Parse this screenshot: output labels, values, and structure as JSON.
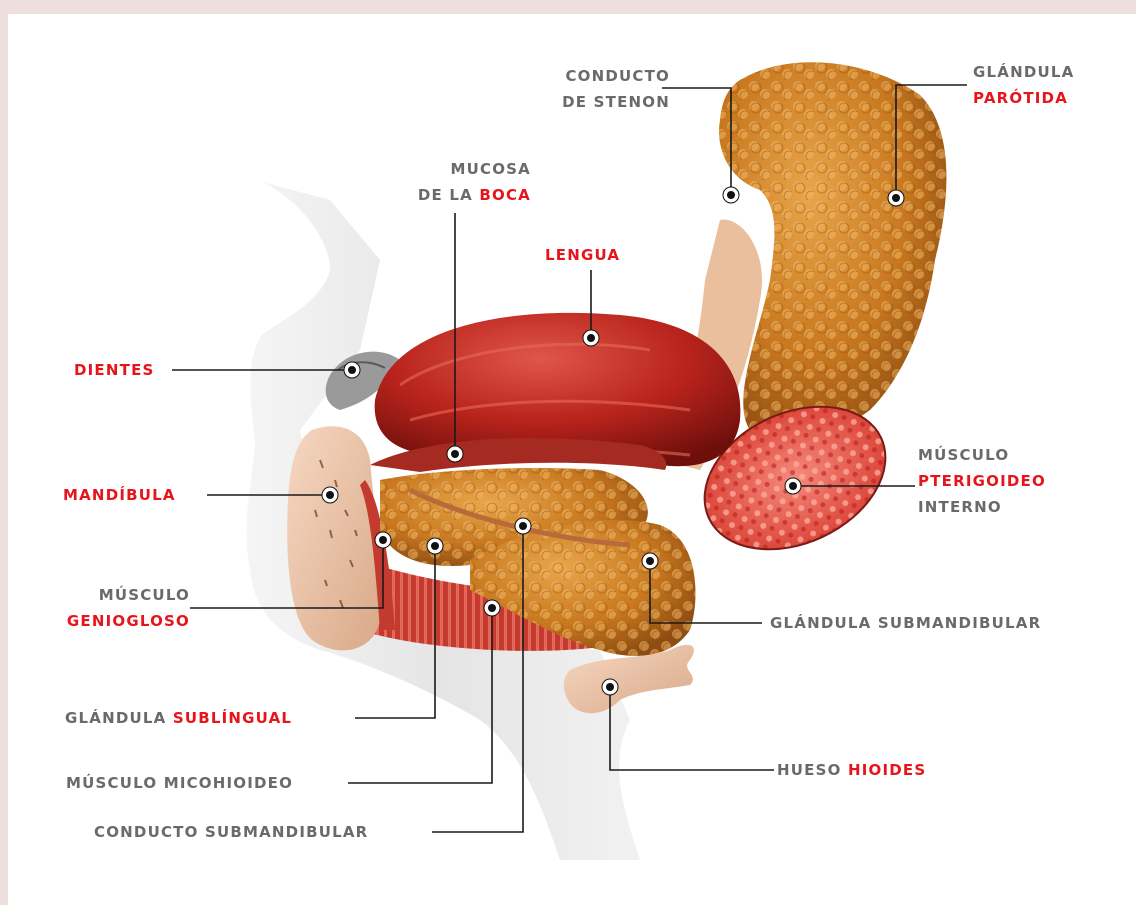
{
  "labels": {
    "conducto_stenon": {
      "line1": "CONDUCTO",
      "line2": "DE STENON"
    },
    "glandula_parotida": {
      "line1": "GLÁNDULA",
      "line2_red": "PARÓTIDA"
    },
    "mucosa_boca": {
      "line1": "MUCOSA",
      "line2_gray": "DE LA ",
      "line2_red": "BOCA"
    },
    "lengua": {
      "red": "LENGUA"
    },
    "dientes": {
      "red": "DIENTES"
    },
    "mandibula": {
      "red": "MANDÍBULA"
    },
    "musculo_pterigoideo": {
      "line1": "MÚSCULO",
      "line2_red": "PTERIGOIDEO",
      "line3": "INTERNO"
    },
    "musculo_geniogloso": {
      "line1": "MÚSCULO",
      "line2_red": "GENIOGLOSO"
    },
    "glandula_submandibular": {
      "text": "GLÁNDULA SUBMANDIBULAR"
    },
    "glandula_sublingual": {
      "gray": "GLÁNDULA ",
      "red": "SUBLÍNGUAL"
    },
    "hueso_hioides": {
      "gray": "HUESO ",
      "red": "HIOIDES"
    },
    "musculo_micohioideo": {
      "text": "MÚSCULO MICOHIOIDEO"
    },
    "conducto_submandibular": {
      "text": "CONDUCTO SUBMANDIBULAR"
    }
  },
  "colors": {
    "highlight_red": "#e8141b",
    "label_gray": "#6a6a6a",
    "gland_orange": "#c8781f",
    "tongue_red": "#b8231c",
    "background_pink": "#efdede"
  }
}
